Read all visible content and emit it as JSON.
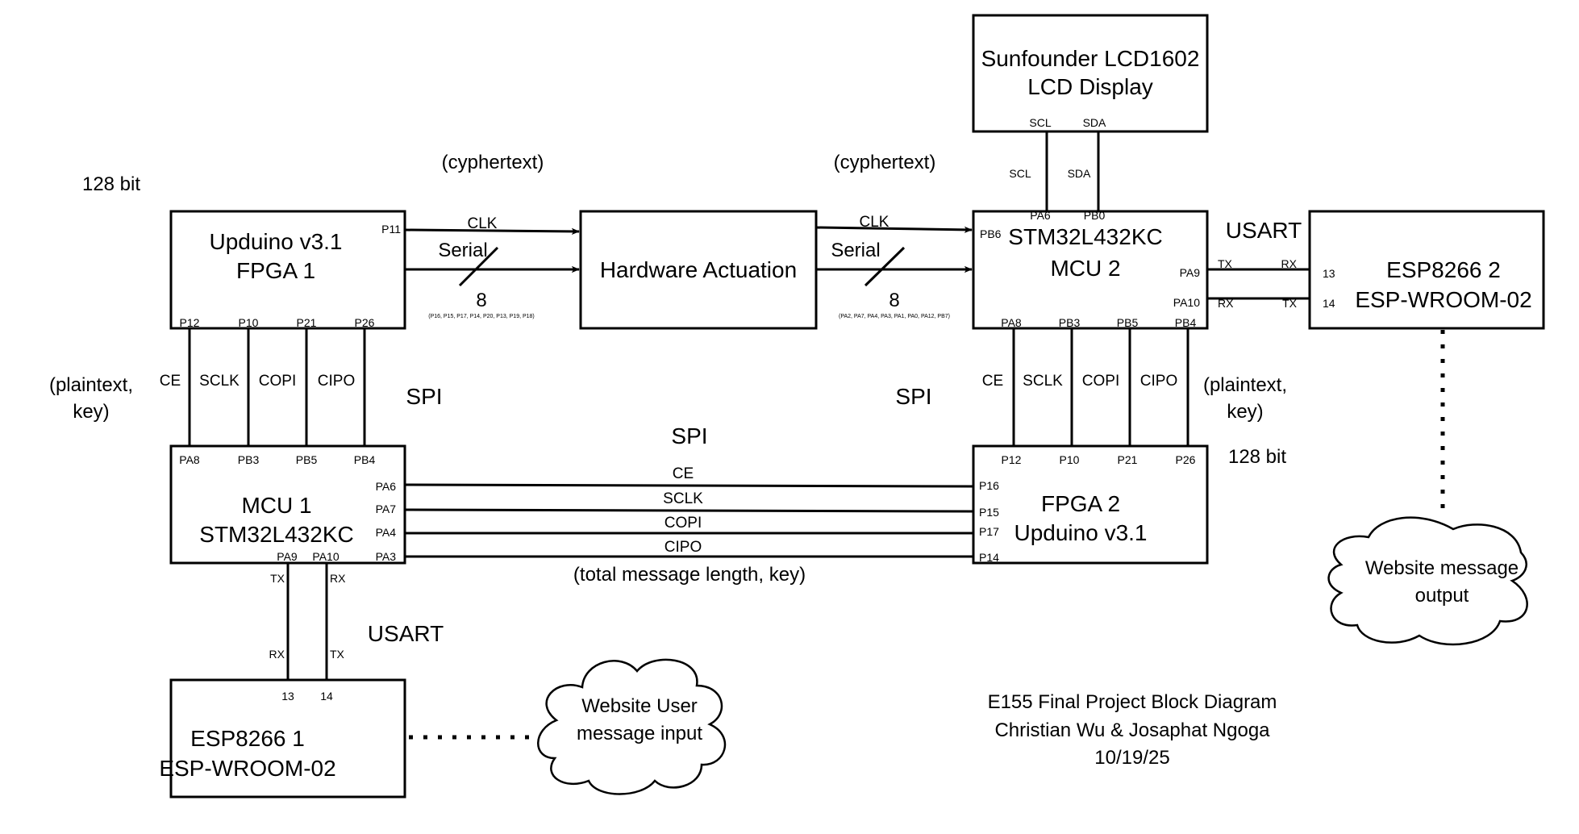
{
  "title": {
    "line1": "E155 Final Project Block Diagram",
    "line2": "Christian Wu & Josaphat Ngoga",
    "line3": "10/19/25"
  },
  "blocks": {
    "fpga1": {
      "line1": "Upduino v3.1",
      "line2": "FPGA 1",
      "pins": {
        "clk": "P11",
        "ce": "P12",
        "sclk": "P10",
        "copi": "P21",
        "cipo": "P26"
      }
    },
    "hw": {
      "label": "Hardware Actuation"
    },
    "mcu2": {
      "line1": "STM32L432KC",
      "line2": "MCU 2",
      "pins": {
        "clk": "PB6",
        "scl": "PA6",
        "sda": "PB0",
        "tx": "PA9",
        "rx": "PA10",
        "ce": "PA8",
        "sclk": "PB3",
        "copi": "PB5",
        "cipo": "PB4"
      }
    },
    "lcd": {
      "line1": "Sunfounder LCD1602",
      "line2": "LCD Display",
      "pins": {
        "scl": "SCL",
        "sda": "SDA"
      }
    },
    "esp2": {
      "line1": "ESP8266 2",
      "line2": "ESP-WROOM-02",
      "pins": {
        "rx": "13",
        "tx": "14"
      }
    },
    "mcu1": {
      "line1": "MCU 1",
      "line2": "STM32L432KC",
      "pins": {
        "ce_top": "PA8",
        "sclk_top": "PB3",
        "copi_top": "PB5",
        "cipo_top": "PB4",
        "ce": "PA6",
        "sclk": "PA7",
        "copi": "PA4",
        "cipo": "PA3",
        "tx": "PA9",
        "rx": "PA10"
      }
    },
    "fpga2": {
      "line1": "FPGA 2",
      "line2": "Upduino v3.1",
      "pins": {
        "ce_top": "P12",
        "sclk_top": "P10",
        "copi_top": "P21",
        "cipo_top": "P26",
        "ce": "P16",
        "sclk": "P15",
        "copi": "P17",
        "cipo": "P14"
      }
    },
    "esp1": {
      "line1": "ESP8266 1",
      "line2": "ESP-WROOM-02",
      "pins": {
        "rx": "13",
        "tx": "14"
      }
    }
  },
  "clouds": {
    "input": {
      "line1": "Website User",
      "line2": "message input"
    },
    "output": {
      "line1": "Website message",
      "line2": "output"
    }
  },
  "labels": {
    "bits_left": "128 bit",
    "bits_right": "128 bit",
    "cyphertext_left": "(cyphertext)",
    "cyphertext_right": "(cyphertext)",
    "plaintext_left_1": "(plaintext,",
    "plaintext_left_2": "key)",
    "plaintext_right_1": "(plaintext,",
    "plaintext_right_2": "key)",
    "spi_left": "SPI",
    "spi_right": "SPI",
    "spi_mid": "SPI",
    "usart_top": "USART",
    "usart_bottom": "USART",
    "total_msg": "(total message length, key)"
  },
  "wires": {
    "clk": "CLK",
    "serial": "Serial",
    "bus_width": "8",
    "bus_pins_left": "(P16, P15, P17, P14, P20, P13, P19, P18)",
    "bus_pins_right": "(PA2, PA7, PA4, PA3, PA1, PA0, PA12, PB7)",
    "ce": "CE",
    "sclk": "SCLK",
    "copi": "COPI",
    "cipo": "CIPO",
    "scl": "SCL",
    "sda": "SDA",
    "tx": "TX",
    "rx": "RX"
  }
}
